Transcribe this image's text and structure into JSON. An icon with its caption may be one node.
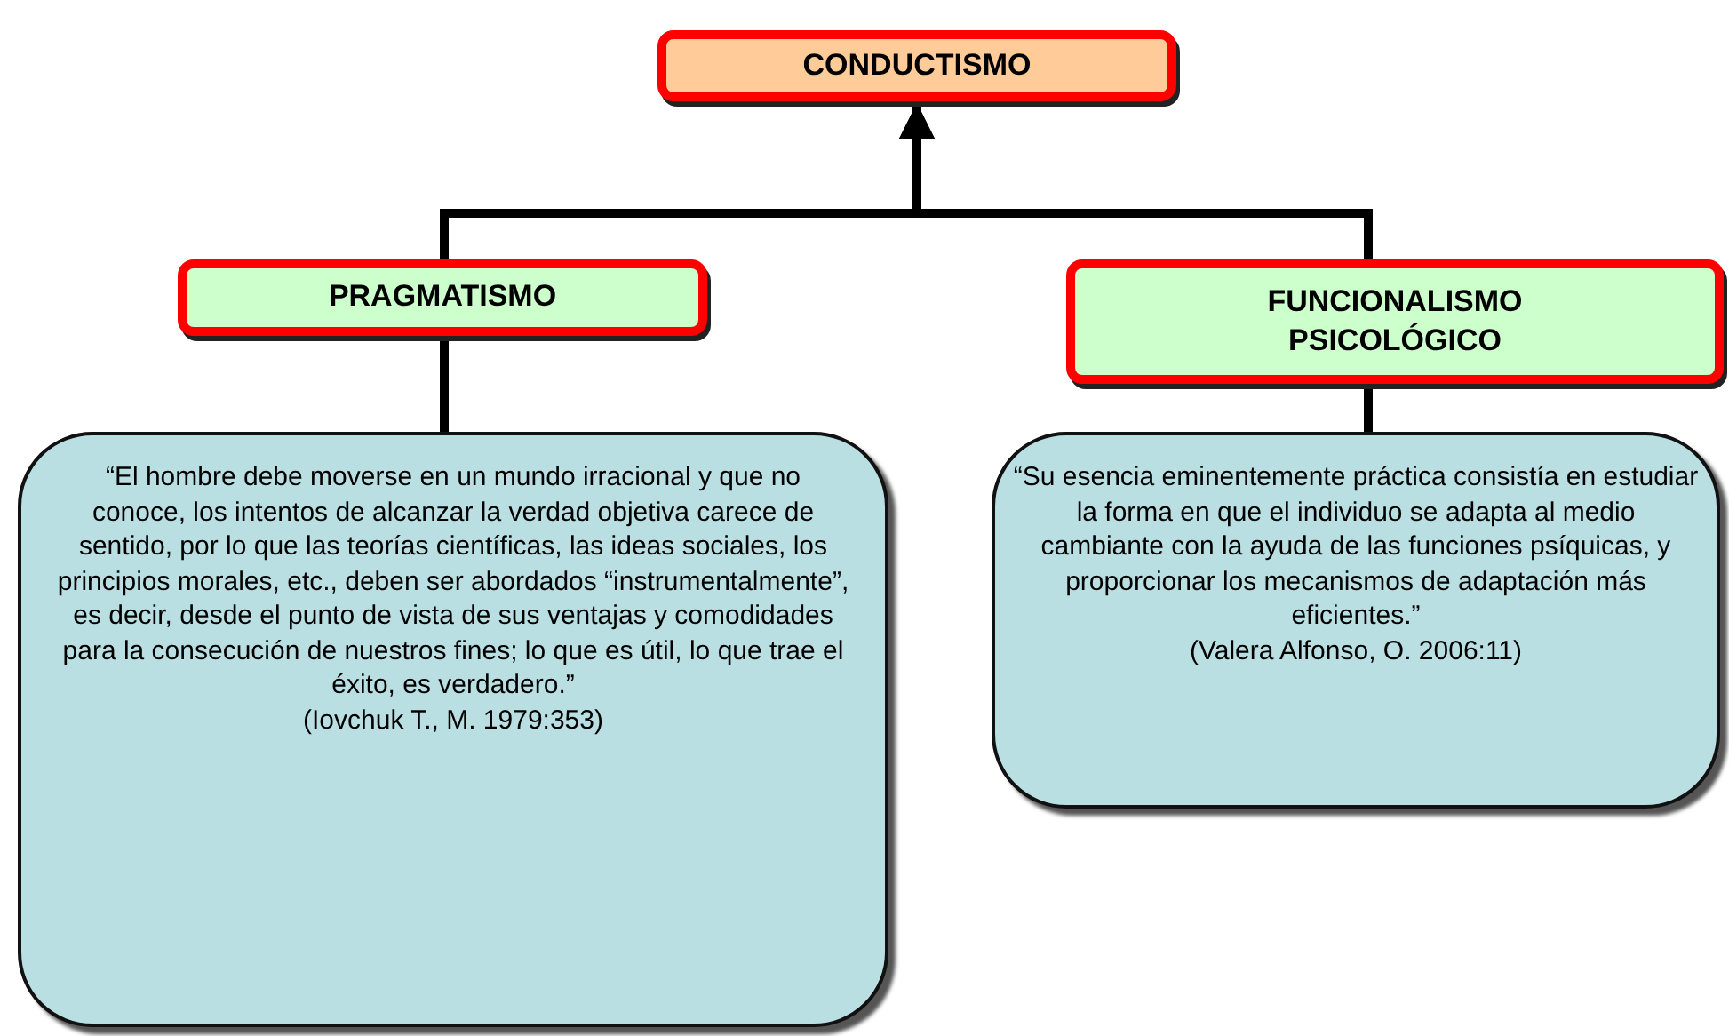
{
  "diagram": {
    "nodes": [
      {
        "text": [
          "CONDUCTISMO"
        ]
      },
      {
        "text": [
          "PRAGMATISMO"
        ]
      },
      {
        "text": [
          "FUNCIONALISMO PSICOLÓGICO"
        ]
      },
      {
        "text": [
          "“El hombre debe moverse en un mundo irracional y que no conoce, los intentos de alcanzar la verdad objetiva carece de sentido, por lo que las teorías científicas, las ideas sociales, los principios morales, etc., deben ser abordados “instrumentalmente”, es decir, desde el punto de vista de sus ventajas y comodidades para la consecución de nuestros fines; lo que es útil, lo que trae el éxito, es verdadero.”",
          "(Iovchuk T., M. 1979:353)"
        ]
      },
      {
        "text": [
          "“Su esencia eminentemente práctica  consistía en estudiar la forma en que el individuo se adapta al medio cambiante con la ayuda de las funciones psíquicas, y proporcionar los mecanismos de adaptación más eficientes.”",
          "(Valera Alfonso, O. 2006:11)"
        ]
      }
    ],
    "edges": [
      {
        "from": 1,
        "to": 0,
        "arrow": "to"
      },
      {
        "from": 2,
        "to": 0,
        "arrow": "to"
      },
      {
        "from": 1,
        "to": 3,
        "arrow": "none"
      },
      {
        "from": 2,
        "to": 4,
        "arrow": "none"
      }
    ]
  }
}
